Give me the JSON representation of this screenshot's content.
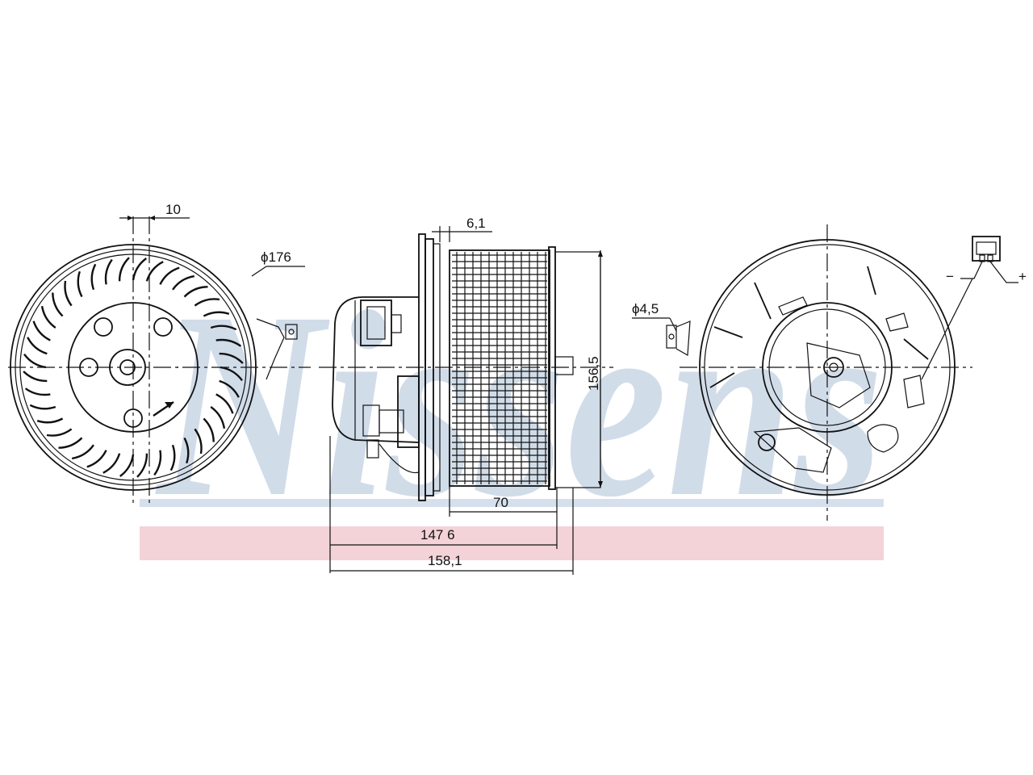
{
  "brand": {
    "watermark": "Nissens",
    "watermark_color": "#c9d6e6",
    "band_color": "#f3d3d8",
    "band_line_color": "#d5e0ec"
  },
  "dimensions": {
    "fan_width": "10",
    "fan_diameter": "ϕ176",
    "rotor_gap": "6,1",
    "height": "156,5",
    "rotor_depth": "70",
    "length_1": "147 6",
    "length_2": "158,1",
    "mount_hole": "ϕ4,5"
  },
  "connector": {
    "minus": "−",
    "plus": "+"
  }
}
